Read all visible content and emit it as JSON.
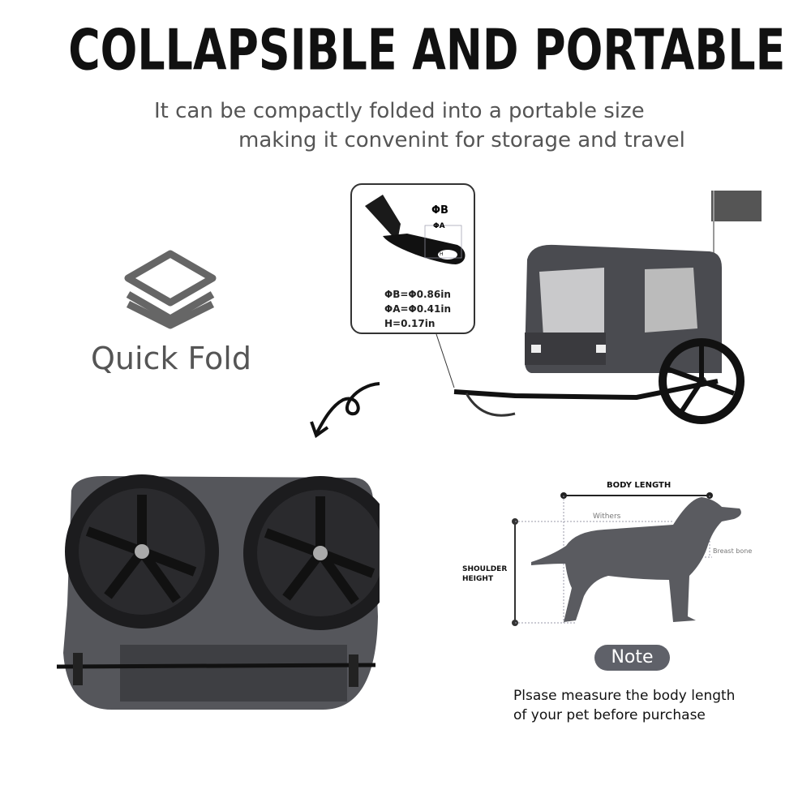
{
  "header": {
    "title": "COLLAPSIBLE AND PORTABLE",
    "subtitle_line1": "It can be compactly folded into a portable size",
    "subtitle_line2": "making it convenint for storage and travel"
  },
  "feature": {
    "icon": "layers-icon",
    "label": "Quick Fold"
  },
  "hitch_callout": {
    "label_b": "ΦB",
    "label_a": "ΦA",
    "label_h": "H",
    "spec_b": "ΦB=Φ0.86in",
    "spec_a": "ΦA=Φ0.41in",
    "spec_h": "H=0.17in"
  },
  "dog_diagram": {
    "body_length": "BODY LENGTH",
    "withers": "Withers",
    "breast_bone": "Breast bone",
    "shoulder_height_1": "SHOULDER",
    "shoulder_height_2": "HEIGHT"
  },
  "note": {
    "badge": "Note",
    "line1": "Plsase measure the body length",
    "line2": "of your pet before purchase"
  },
  "colors": {
    "text_dark": "#111111",
    "text_gray": "#555555",
    "badge": "#5f6169",
    "dog": "#5a5b60"
  }
}
